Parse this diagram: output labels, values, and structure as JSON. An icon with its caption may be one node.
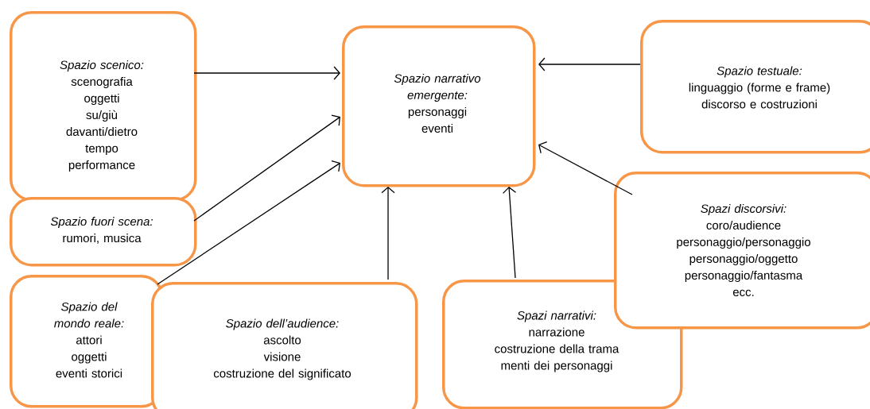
{
  "diagram": {
    "nodes": [
      {
        "text": [
          "Spazio scenico:",
          "scenografia",
          "oggetti",
          "su/giù",
          "davanti/dietro",
          "tempo",
          "performance"
        ]
      },
      {
        "text": [
          "Spazio fuori scena:",
          "rumori, musica"
        ]
      },
      {
        "text": [
          "Spazio del mondo reale:",
          "attori",
          "oggetti",
          "eventi storici"
        ]
      },
      {
        "text": [
          "Spazio dell’audience:",
          "ascolto",
          "visione",
          "costruzione del significato"
        ]
      },
      {
        "text": [
          "Spazio narrativo emergente:",
          "personaggi",
          "eventi"
        ]
      },
      {
        "text": [
          "Spazio testuale:",
          "linguaggio (forme e frame)",
          "discorso e costruzioni"
        ]
      },
      {
        "text": [
          "Spazi narrativi:",
          "narrazione",
          "costruzione della trama",
          "menti dei personaggi"
        ]
      },
      {
        "text": [
          "Spazi discorsivi:",
          "coro/audience",
          "personaggio/personaggio",
          "personaggio/oggetto",
          "personaggio/fantasma",
          "ecc."
        ]
      }
    ],
    "edges": [
      {
        "from": 0,
        "to": 4,
        "arrow": "to"
      },
      {
        "from": 1,
        "to": 4,
        "arrow": "to"
      },
      {
        "from": 2,
        "to": 4,
        "arrow": "to"
      },
      {
        "from": 3,
        "to": 4,
        "arrow": "to"
      },
      {
        "from": 6,
        "to": 4,
        "arrow": "to"
      },
      {
        "from": 7,
        "to": 4,
        "arrow": "to"
      },
      {
        "from": 5,
        "to": 4,
        "arrow": "to"
      }
    ]
  }
}
